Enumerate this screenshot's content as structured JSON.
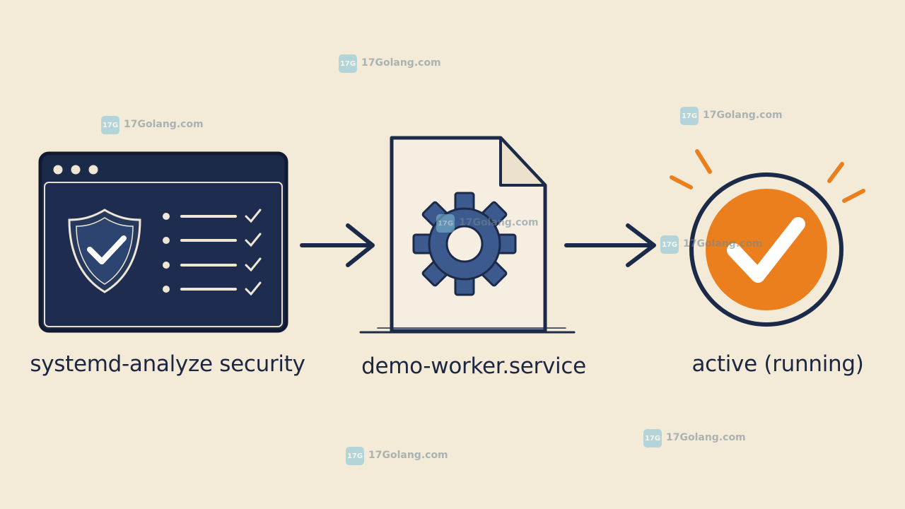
{
  "steps": [
    {
      "label": "systemd-analyze security",
      "icon": "security-terminal-icon"
    },
    {
      "label": "demo-worker.service",
      "icon": "service-file-gear-icon"
    },
    {
      "label": "active (running)",
      "icon": "active-check-icon"
    }
  ],
  "watermark": {
    "text": "17Golang.com",
    "logo_text": "17G"
  },
  "colors": {
    "background": "#f3ead8",
    "navy": "#1c2a4a",
    "gear_blue": "#3d5a8e",
    "accent_orange": "#ec7f1d",
    "text": "#1c2640"
  }
}
